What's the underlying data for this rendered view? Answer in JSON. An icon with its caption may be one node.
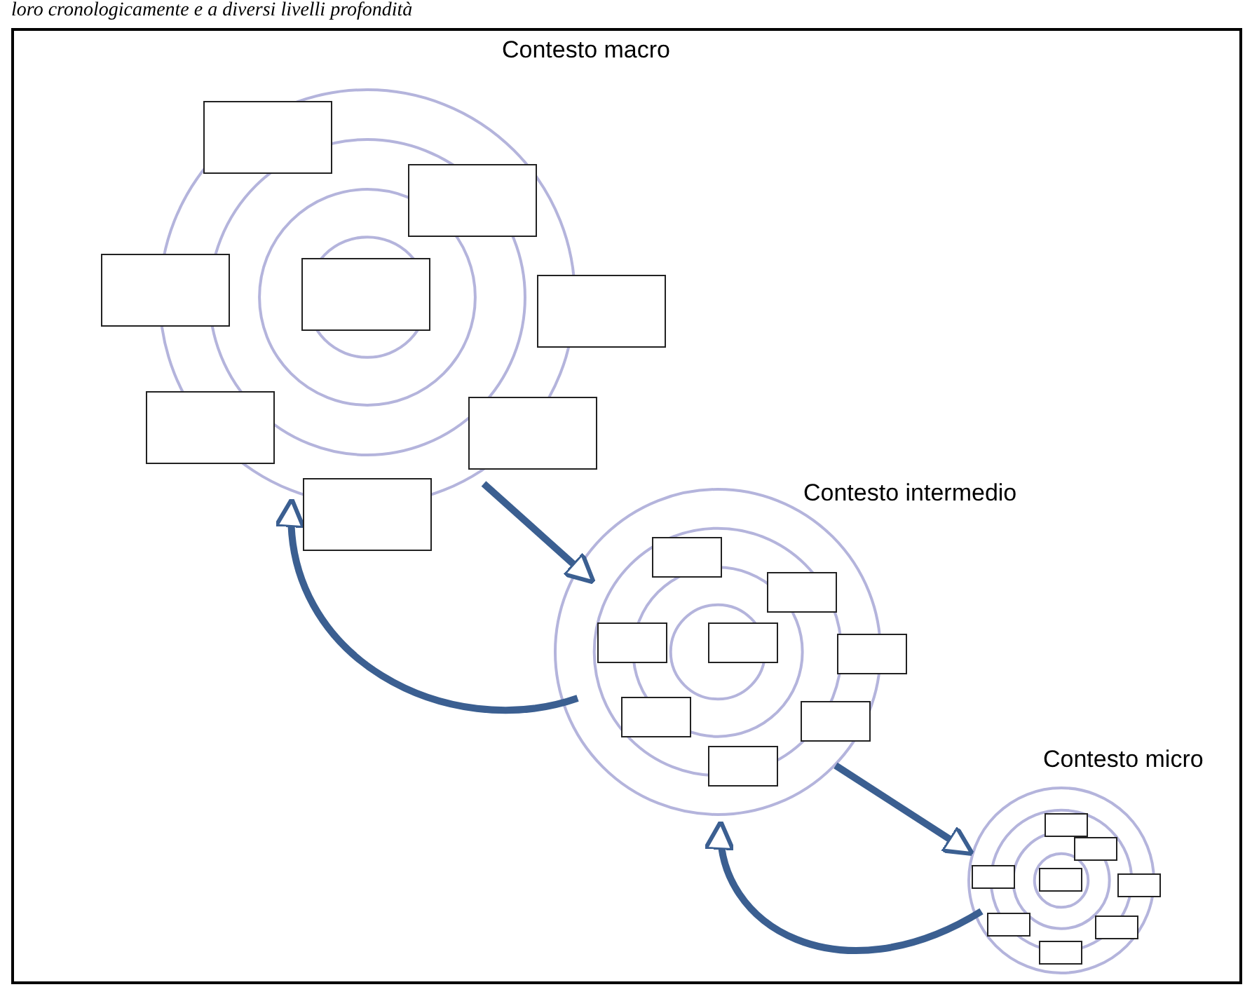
{
  "diagram": {
    "nodes": [
      {
        "text": [
          "Contesto macro"
        ]
      },
      {
        "text": [],
        "shape": "box",
        "in": 0
      },
      {
        "text": [],
        "shape": "box",
        "in": 0
      },
      {
        "text": [],
        "shape": "box"
      },
      {
        "text": [],
        "shape": "box",
        "in": 0
      },
      {
        "text": [],
        "shape": "box"
      },
      {
        "text": [],
        "shape": "box",
        "in": 0
      },
      {
        "text": [],
        "shape": "box",
        "in": 0
      },
      {
        "text": [],
        "shape": "box"
      },
      {
        "text": [
          "Contesto intermedio"
        ]
      },
      {
        "text": [],
        "shape": "box",
        "in": 9
      },
      {
        "text": [],
        "shape": "box",
        "in": 9
      },
      {
        "text": [],
        "shape": "box",
        "in": 9
      },
      {
        "text": [],
        "shape": "box",
        "in": 9
      },
      {
        "text": [],
        "shape": "box"
      },
      {
        "text": [],
        "shape": "box",
        "in": 9
      },
      {
        "text": [],
        "shape": "box",
        "in": 9
      },
      {
        "text": [],
        "shape": "box",
        "in": 9
      },
      {
        "text": [
          "Contesto micro"
        ]
      },
      {
        "text": [],
        "shape": "box",
        "in": 18
      },
      {
        "text": [],
        "shape": "box",
        "in": 18
      },
      {
        "text": [],
        "shape": "box",
        "in": 18
      },
      {
        "text": [],
        "shape": "box",
        "in": 18
      },
      {
        "text": [],
        "shape": "box"
      },
      {
        "text": [],
        "shape": "box",
        "in": 18
      },
      {
        "text": [],
        "shape": "box",
        "in": 18
      },
      {
        "text": [],
        "shape": "box",
        "in": 18
      }
    ],
    "edges": [
      {
        "from": 0,
        "to": 9,
        "arrow": "to"
      },
      {
        "from": 9,
        "to": 0,
        "arrow": "to"
      },
      {
        "from": 9,
        "to": 18,
        "arrow": "to"
      },
      {
        "from": 18,
        "to": 9,
        "arrow": "to"
      }
    ],
    "labels": [
      "loro cronologicamente e a diversi livelli profondità"
    ]
  }
}
